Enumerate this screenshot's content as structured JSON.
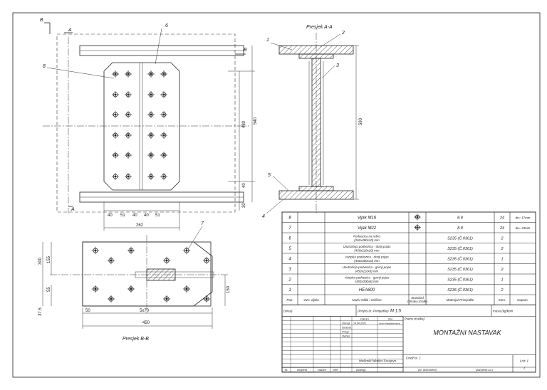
{
  "section_titles": {
    "a_a": "Presjek A-A",
    "b_b": "Presjek B-B"
  },
  "section_markers": {
    "a": "A",
    "b": "B"
  },
  "callouts": [
    "1",
    "2",
    "3",
    "4",
    "5",
    "6",
    "7",
    "8"
  ],
  "dimensions": {
    "top_view_bottom": [
      "40",
      "51",
      "40",
      "40",
      "51"
    ],
    "top_view_width": "262",
    "top_view_right": [
      "540",
      "480",
      "40",
      "30"
    ],
    "section_a_height": "590",
    "bottom_view_left": [
      "300",
      "155",
      "55",
      "37.5"
    ],
    "bottom_view_right": "150",
    "bottom_view_bottom": [
      "50",
      "5x70"
    ],
    "bottom_view_total": "450"
  },
  "parts_list": {
    "rows": [
      {
        "pos": "8",
        "name": "Vijak M16",
        "material": "8.8",
        "qty": "24",
        "note": "do= 17mm"
      },
      {
        "pos": "7",
        "name": "Vijak M22",
        "material": "8.8",
        "qty": "24",
        "note": "do= 23mm"
      },
      {
        "pos": "6",
        "name": "Podvezica na rebru (262x480x10) mm",
        "material": "S235 (Č.0361)",
        "qty": "2",
        "note": ""
      },
      {
        "pos": "5",
        "name": "Unutrašnja podvezica - donji pojas (450x110x10) mm",
        "material": "S235 (Č.0361)",
        "qty": "2",
        "note": ""
      },
      {
        "pos": "4",
        "name": "Vanjska podvezica - donji pojas (450x300x10) mm",
        "material": "S235 (Č.0361)",
        "qty": "1",
        "note": ""
      },
      {
        "pos": "3",
        "name": "Unutrašnja podvezica - gornji pojas (450x110x8) mm",
        "material": "S235 (Č.0361)",
        "qty": "2",
        "note": ""
      },
      {
        "pos": "2",
        "name": "Vanjska podvezica - gornji pojas (450x300x8) mm",
        "material": "S235 (Č.0361)",
        "qty": "1",
        "note": ""
      },
      {
        "pos": "1",
        "name": "HEA600",
        "material": "S235 (Č.0361)",
        "qty": "2",
        "note": ""
      }
    ],
    "header": {
      "pos": "Poz.",
      "part_no": "Ozn. dijela",
      "name": "Naziv-Oblik i veličine",
      "standard": "Standard Oznaka izratka",
      "material": "Materijal-Primjedbe",
      "qty": "Kom.",
      "note": "Napom."
    }
  },
  "title_block": {
    "scale_label": "(Propis.tir.-Primjedbe)",
    "scale": "M 1:5",
    "mass": "masa (kg/kom",
    "title": "MONTAŽNI NASTAVAK",
    "name_label": "(naziv izratka)",
    "date_label": "Datum",
    "name_col": "Ime",
    "drawn": "Obrad.",
    "drawn_date": "14.04.2020.",
    "drawn_name": "Armin Hadžiahmetović",
    "designed": "Izračun.",
    "checked": "Pregl.",
    "approved": "Odobr.",
    "faculty": "Mašinski fakultet Sarajevo",
    "drawing_no": "Crtež br. 1",
    "sheet": "List: 1",
    "sheet_of": "1",
    "stamp": "(stamp)",
    "doc": "(br. dokument)",
    "changes": "(zamjena za )",
    "bottom_labels": [
      "St.",
      "Izmjena",
      "Datum",
      "Ime"
    ],
    "spis": "(sirsa)"
  }
}
